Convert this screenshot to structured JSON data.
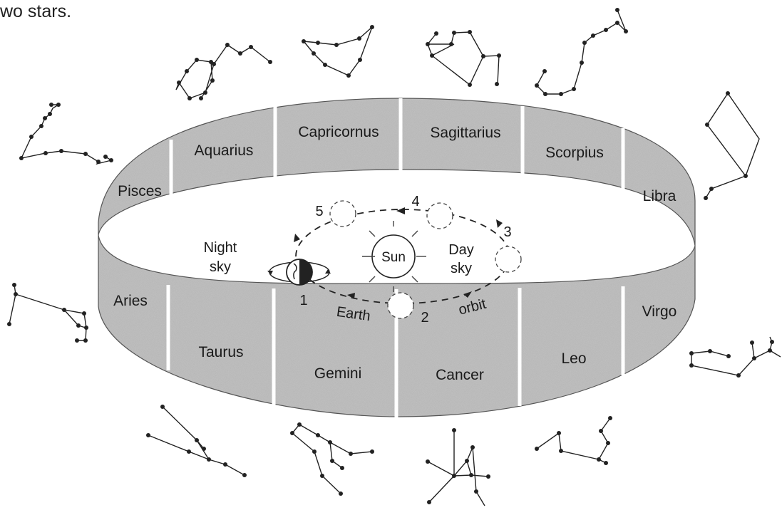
{
  "caption": "wo stars.",
  "zodiac_back": [
    "Pisces",
    "Aquarius",
    "Capricornus",
    "Sagittarius",
    "Scorpius",
    "Libra"
  ],
  "zodiac_front": [
    "Aries",
    "Taurus",
    "Gemini",
    "Cancer",
    "Leo",
    "Virgo"
  ],
  "center": {
    "sun": "Sun",
    "night": [
      "Night",
      "sky"
    ],
    "day": [
      "Day",
      "sky"
    ],
    "earth": "Earth",
    "orbit": "orbit",
    "positions": [
      "1",
      "2",
      "3",
      "4",
      "5"
    ]
  },
  "colors": {
    "band": "#b8b8b8",
    "ink": "#1a1a1a"
  }
}
